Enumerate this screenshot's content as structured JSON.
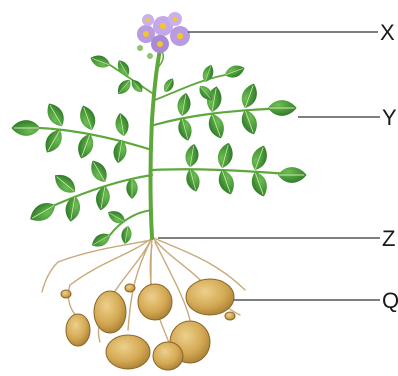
{
  "labels": [
    {
      "id": "flower",
      "text": "X"
    },
    {
      "id": "leaf",
      "text": "Y"
    },
    {
      "id": "stem-base",
      "text": "Z"
    },
    {
      "id": "tuber",
      "text": "Q"
    }
  ],
  "colors": {
    "leaf": "#3f9a34",
    "leaf_dark": "#2a7424",
    "vein": "#cfe8b0",
    "stem": "#5da83a",
    "flower_petal": "#b89be0",
    "flower_center": "#f2c531",
    "tuber": "#d9b25f",
    "tuber_shadow": "#a77f34",
    "root": "#c9a97a",
    "leader_line": "#333333"
  }
}
